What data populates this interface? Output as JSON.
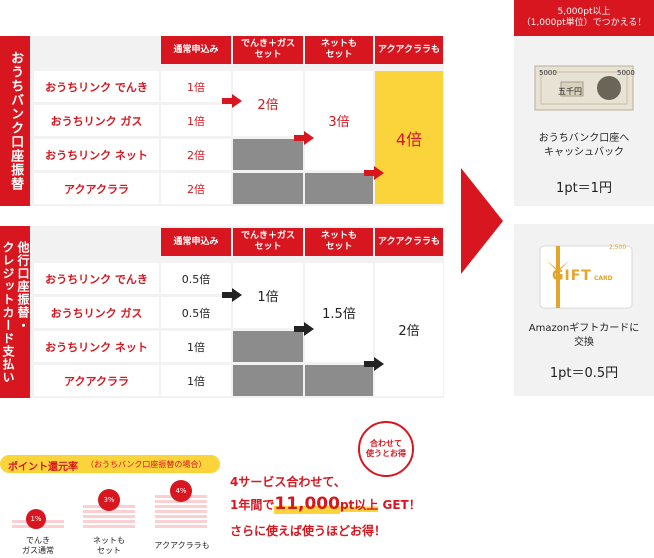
{
  "colors": {
    "brand_red": "#d7161f",
    "highlight_yellow": "#fbd43c",
    "panel_gray": "#f2f2f2",
    "block_gray": "#8c8c8c"
  },
  "section1": {
    "side_label": "おうちバンク口座振替",
    "headers": [
      "通常申込み",
      "でんき＋ガス\nセット",
      "ネットも\nセット",
      "アクアクララも"
    ],
    "rows": [
      {
        "label": "おうちリンク でんき",
        "rate": "1倍"
      },
      {
        "label": "おうちリンク ガス",
        "rate": "1倍"
      },
      {
        "label": "おうちリンク ネット",
        "rate": "2倍"
      },
      {
        "label": "アクアクララ",
        "rate": "2倍"
      }
    ],
    "set_values": [
      "2倍",
      "3倍",
      "4倍"
    ]
  },
  "section2": {
    "side_label": "他行口座振替・\nクレジットカード支払い",
    "headers": [
      "通常申込み",
      "でんき＋ガス\nセット",
      "ネットも\nセット",
      "アクアクララも"
    ],
    "rows": [
      {
        "label": "おうちリンク でんき",
        "rate": "0.5倍"
      },
      {
        "label": "おうちリンク ガス",
        "rate": "0.5倍"
      },
      {
        "label": "おうちリンク ネット",
        "rate": "1倍"
      },
      {
        "label": "アクアクララ",
        "rate": "1倍"
      }
    ],
    "set_values": [
      "1倍",
      "1.5倍",
      "2倍"
    ]
  },
  "rewards": {
    "pill": "5,000pt以上\n（1,000pt単位）でつかえる！",
    "cash": {
      "desc": "おうちバンク口座へ\nキャッシュバック",
      "rate": "1pt＝1円",
      "bill_label": "五千円",
      "bill_amount": "5000"
    },
    "gift": {
      "desc": "Amazonギフトカードに\n交換",
      "rate": "1pt＝0.5円",
      "card_text": "GIFT",
      "card_sub": "CARD",
      "card_amount": "2,500"
    }
  },
  "bottom": {
    "return_title": "ポイント還元率",
    "return_note": "（おうちバンク口座振替の場合）",
    "bars": [
      {
        "pct": "1%",
        "label": "でんき\nガス通常",
        "level": 1
      },
      {
        "pct": "3%",
        "label": "ネットも\nセット",
        "level": 3
      },
      {
        "pct": "4%",
        "label": "アクアクララも",
        "level": 4
      }
    ],
    "badge": "合わせて\n使うとお得",
    "promo_line1": "4サービス合わせて、",
    "promo_line2_pre": "1年間で",
    "promo_amount": "11,000",
    "promo_unit": "pt以上",
    "promo_get": " GET！",
    "promo_line3": "さらに使えば使うほどお得！"
  }
}
